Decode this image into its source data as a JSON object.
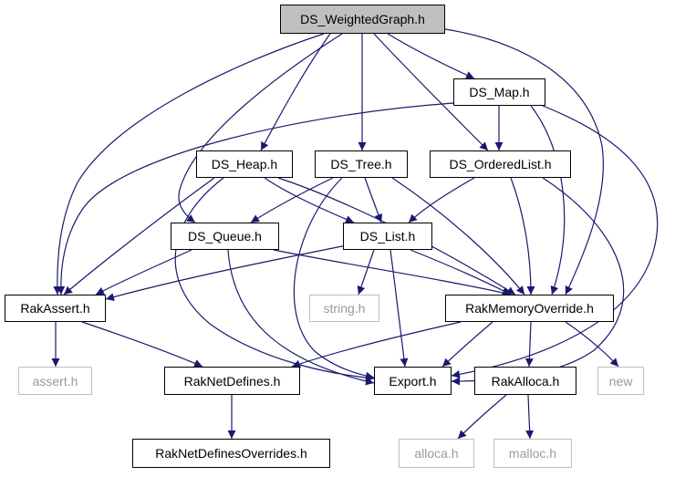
{
  "colors": {
    "edge": "#191970",
    "node_border": "#000000",
    "system_header_border": "#bfbfbf",
    "system_header_text": "#9a9a9a",
    "root_fill": "#bfbfbf"
  },
  "nodes": {
    "ds_weightedgraph": "DS_WeightedGraph.h",
    "ds_map": "DS_Map.h",
    "ds_heap": "DS_Heap.h",
    "ds_tree": "DS_Tree.h",
    "ds_orderedlist": "DS_OrderedList.h",
    "ds_queue": "DS_Queue.h",
    "ds_list": "DS_List.h",
    "rakassert": "RakAssert.h",
    "string": "string.h",
    "rakmemoryoverride": "RakMemoryOverride.h",
    "assert": "assert.h",
    "raknetdefines": "RakNetDefines.h",
    "export": "Export.h",
    "rakalloca": "RakAlloca.h",
    "new": "new",
    "raknetdefinesoverrides": "RakNetDefinesOverrides.h",
    "alloca": "alloca.h",
    "malloc": "malloc.h"
  },
  "edges": [
    [
      "ds_weightedgraph",
      "ds_map"
    ],
    [
      "ds_weightedgraph",
      "ds_heap"
    ],
    [
      "ds_weightedgraph",
      "ds_tree"
    ],
    [
      "ds_weightedgraph",
      "ds_orderedlist"
    ],
    [
      "ds_weightedgraph",
      "ds_queue"
    ],
    [
      "ds_weightedgraph",
      "rakassert"
    ],
    [
      "ds_weightedgraph",
      "rakmemoryoverride"
    ],
    [
      "ds_map",
      "ds_orderedlist"
    ],
    [
      "ds_map",
      "rakassert"
    ],
    [
      "ds_map",
      "rakmemoryoverride"
    ],
    [
      "ds_map",
      "export"
    ],
    [
      "ds_heap",
      "ds_list"
    ],
    [
      "ds_heap",
      "rakassert"
    ],
    [
      "ds_heap",
      "rakmemoryoverride"
    ],
    [
      "ds_heap",
      "export"
    ],
    [
      "ds_tree",
      "ds_queue"
    ],
    [
      "ds_tree",
      "ds_list"
    ],
    [
      "ds_tree",
      "rakmemoryoverride"
    ],
    [
      "ds_tree",
      "export"
    ],
    [
      "ds_orderedlist",
      "ds_list"
    ],
    [
      "ds_orderedlist",
      "rakmemoryoverride"
    ],
    [
      "ds_orderedlist",
      "export"
    ],
    [
      "ds_queue",
      "rakassert"
    ],
    [
      "ds_queue",
      "rakmemoryoverride"
    ],
    [
      "ds_queue",
      "export"
    ],
    [
      "ds_list",
      "rakassert"
    ],
    [
      "ds_list",
      "string"
    ],
    [
      "ds_list",
      "rakmemoryoverride"
    ],
    [
      "ds_list",
      "export"
    ],
    [
      "rakassert",
      "assert"
    ],
    [
      "rakassert",
      "raknetdefines"
    ],
    [
      "rakmemoryoverride",
      "raknetdefines"
    ],
    [
      "rakmemoryoverride",
      "export"
    ],
    [
      "rakmemoryoverride",
      "rakalloca"
    ],
    [
      "rakmemoryoverride",
      "new"
    ],
    [
      "raknetdefines",
      "raknetdefinesoverrides"
    ],
    [
      "rakalloca",
      "alloca"
    ],
    [
      "rakalloca",
      "malloc"
    ]
  ]
}
